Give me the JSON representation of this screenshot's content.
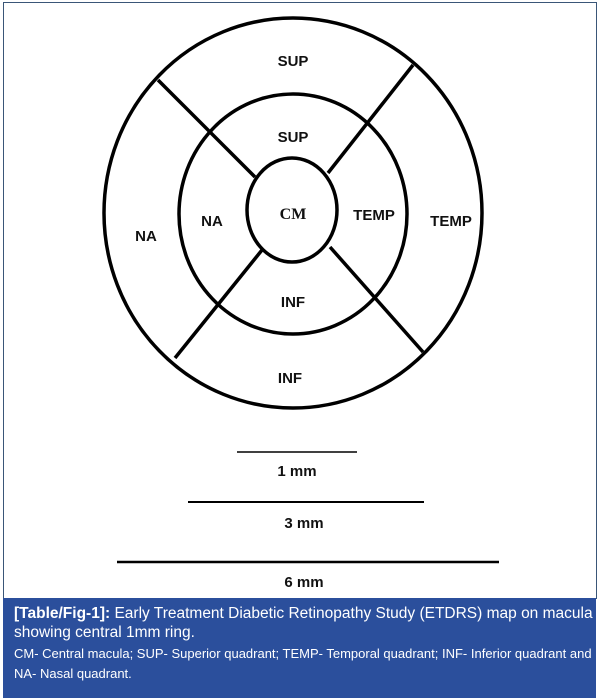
{
  "diagram": {
    "regions": {
      "outer_sup": "SUP",
      "inner_sup": "SUP",
      "outer_na": "NA",
      "inner_na": "NA",
      "center": "CM",
      "inner_temp": "TEMP",
      "outer_temp": "TEMP",
      "inner_inf": "INF",
      "outer_inf": "INF"
    },
    "scales": [
      "1 mm",
      "3 mm",
      "6 mm"
    ]
  },
  "caption": {
    "label": "[Table/Fig-1]:",
    "title": " Early Treatment Diabetic Retinopathy Study (ETDRS) map on macula showing central 1mm ring.",
    "legend": "CM- Central macula; SUP- Superior quadrant; TEMP- Temporal quadrant; INF- Inferior quadrant and NA- Nasal quadrant."
  },
  "colors": {
    "caption_bg": "#2b4f9c",
    "frame_border": "#3a5678"
  }
}
